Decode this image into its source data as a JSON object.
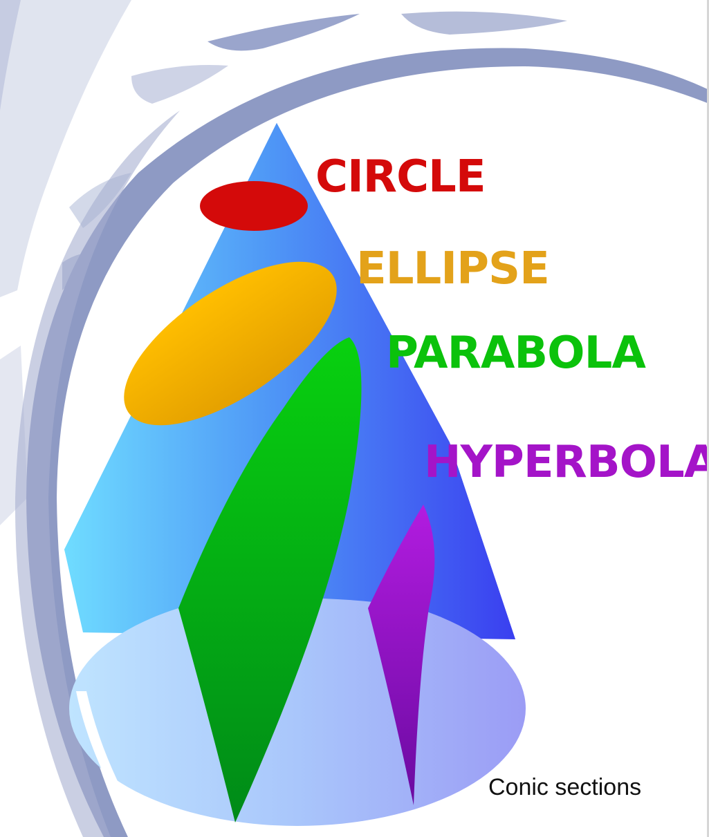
{
  "labels": {
    "circle": "CIRCLE",
    "ellipse": "ELLIPSE",
    "parabola": "PARABOLA",
    "hyperbola": "HYPERBOLA"
  },
  "caption": "Conic sections",
  "colors": {
    "circle": "#d40a0a",
    "ellipse": "#f0a800",
    "parabola": "#0bc20b",
    "hyperbola": "#a414c8",
    "cone_light": "#62d4fb",
    "cone_dark": "#3d49f2",
    "ring": "#8e9ac4"
  }
}
